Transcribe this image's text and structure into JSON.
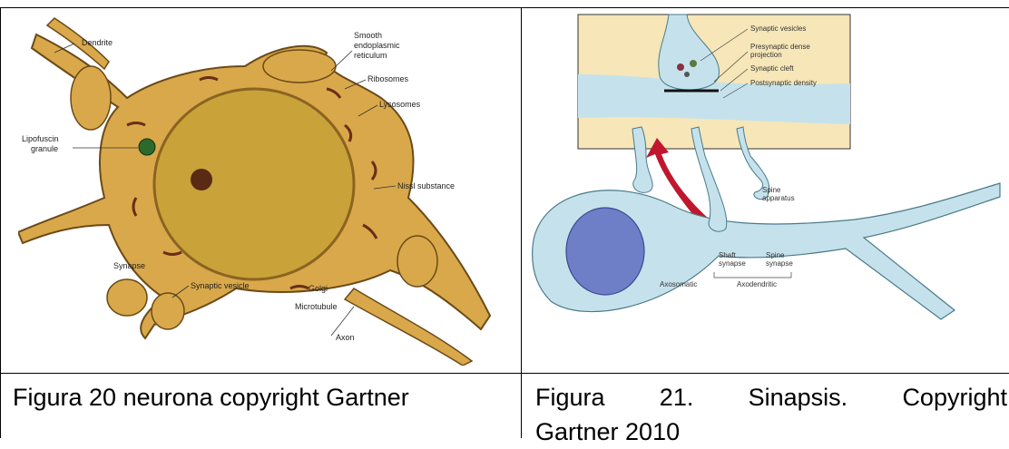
{
  "figure_left": {
    "labels": {
      "dendrite": "Dendrite",
      "ser": [
        "Smooth",
        "endoplasmic",
        "reticulum"
      ],
      "ribosomes": "Ribosomes",
      "lysosomes": "Lysosomes",
      "lipofuscin": [
        "Lipofuscin",
        "granule"
      ],
      "nissl": "Nissl substance",
      "synapse": "Synapse",
      "synaptic_vesicle": "Synaptic vesicle",
      "golgi": "Golgi",
      "microtubule": "Microtubule",
      "axon": "Axon"
    }
  },
  "figure_right": {
    "labels": {
      "synaptic_vesicles": "Synaptic vesicles",
      "presynaptic": [
        "Presynaptic dense",
        "projection"
      ],
      "synaptic_cleft": "Synaptic cleft",
      "postsynaptic": "Postsynaptic density",
      "spine_apparatus": [
        "Spine",
        "apparatus"
      ],
      "shaft_synapse": [
        "Shaft",
        "synapse"
      ],
      "spine_synapse": [
        "Spine",
        "synapse"
      ],
      "axosomatic": "Axosomatic",
      "axodendritic": "Axodendritic"
    }
  },
  "captions": {
    "left": "Figura 20 neurona copyright Gartner",
    "right_line1_words": [
      "Figura",
      "21.",
      "Sinapsis.",
      "Copyright"
    ],
    "right_line2": "Gartner 2010"
  },
  "colors": {
    "cytoplasm": "#d9a84a",
    "nucleus": "#c9a23a",
    "membrane_blue": "#c5e2ec",
    "arrow_red": "#c0172e"
  }
}
